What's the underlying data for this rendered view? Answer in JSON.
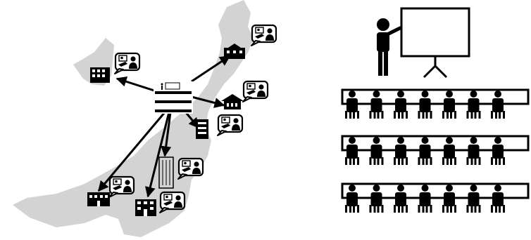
{
  "colors": {
    "landmass": "#d3d3d3",
    "ink": "#000000",
    "paper": "#ffffff"
  },
  "map_panel": {
    "hub": "classroom-hub",
    "sites": [
      {
        "name": "north-school",
        "building": "school-building"
      },
      {
        "name": "island-office",
        "building": "office-building"
      },
      {
        "name": "east-house",
        "building": "house-building"
      },
      {
        "name": "central-tower",
        "building": "tower-building"
      },
      {
        "name": "south-highrise",
        "building": "tall-building"
      },
      {
        "name": "southwest-building",
        "building": "school-building"
      },
      {
        "name": "south-building",
        "building": "office-building"
      }
    ]
  },
  "lecture_panel": {
    "rows": 3,
    "seats_per_row": 7
  }
}
